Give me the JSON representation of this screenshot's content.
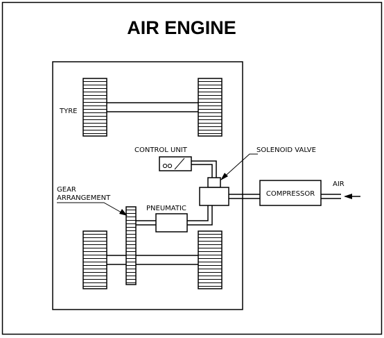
{
  "title": "AIR ENGINE",
  "labels": {
    "tyre": "TYRE",
    "control_unit": "CONTROL UNIT",
    "solenoid_valve": "SOLENOID VALVE",
    "air": "AIR",
    "compressor": "COMPRESSOR",
    "gear_line1": "GEAR",
    "gear_line2": "ARRANGEMENT",
    "pneumatic": "PNEUMATIC"
  }
}
